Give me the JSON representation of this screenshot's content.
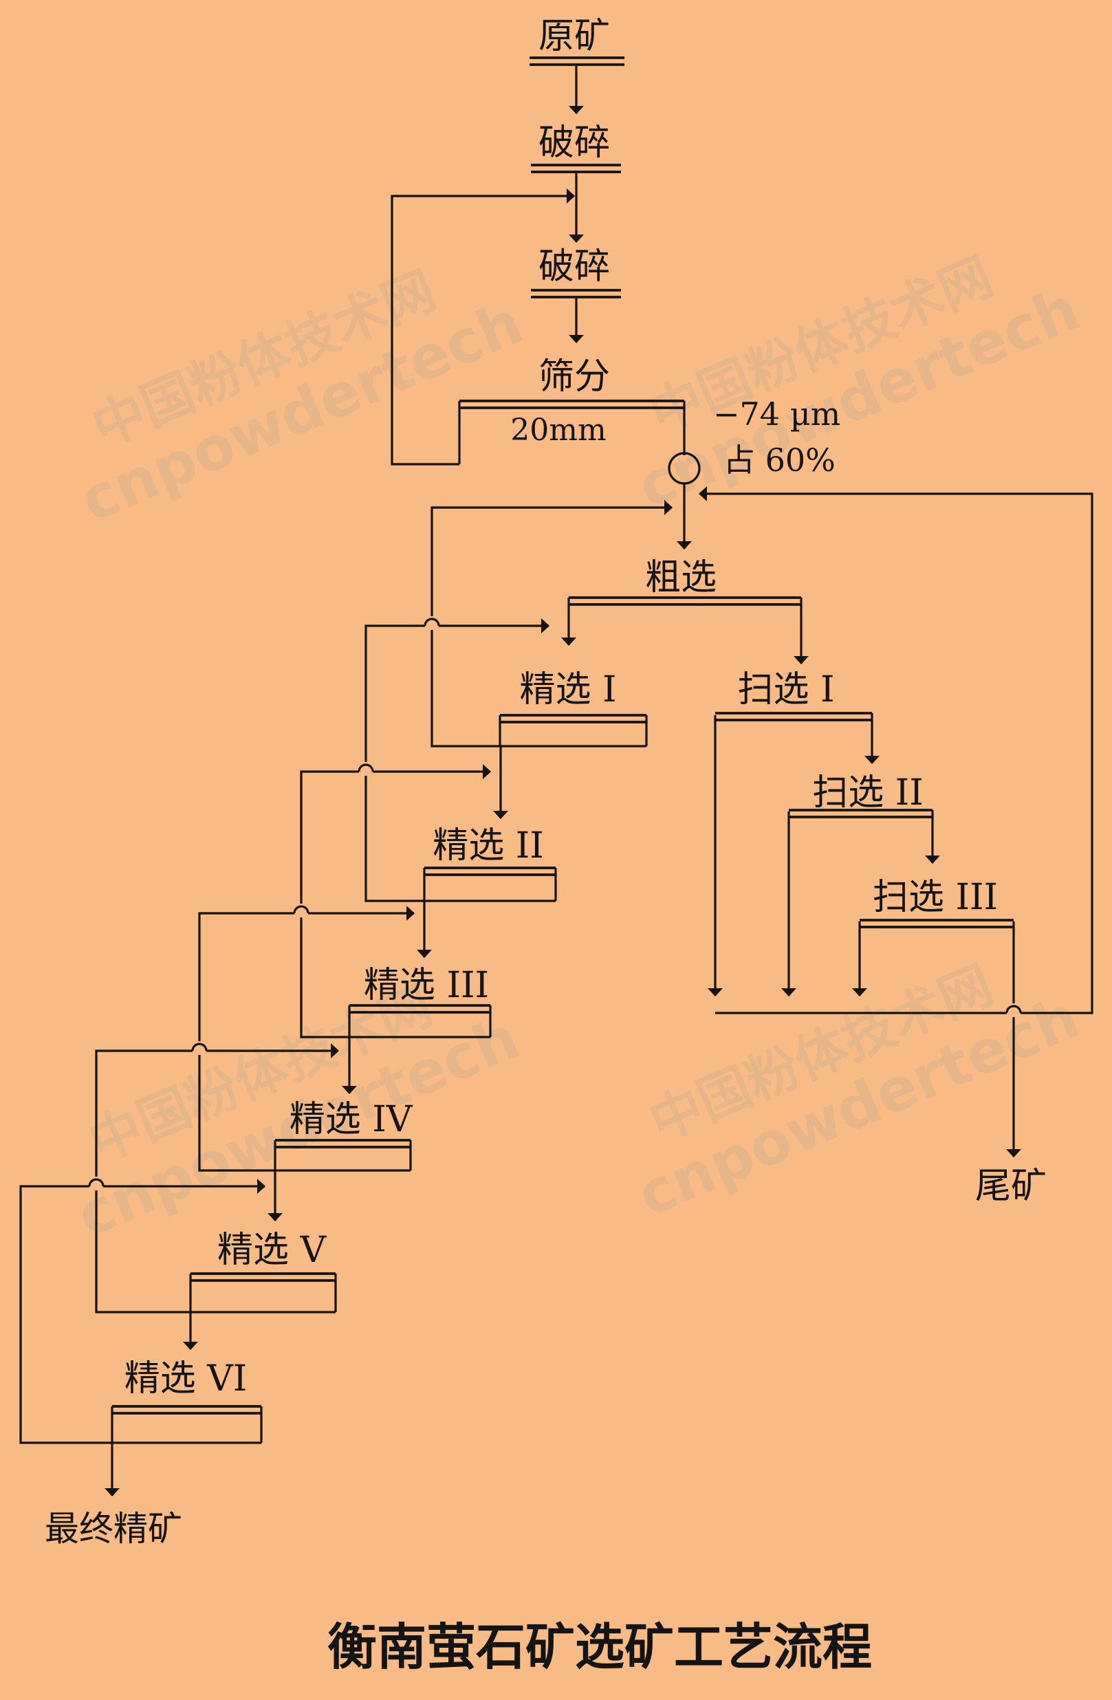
{
  "colors": {
    "background": "#f9bb85",
    "line": "#141414",
    "watermark": "#d7b28d"
  },
  "title": "衡南萤石矿选矿工艺流程",
  "watermark": {
    "line1": "中国粉体技术网",
    "line2": "cnpowdertech"
  },
  "nodes": {
    "raw_ore": "原矿",
    "crushing_1": "破碎",
    "crushing_2": "破碎",
    "screening": "筛分",
    "screen_size": "20mm",
    "grind_spec_1": "−74 µm",
    "grind_spec_2": "占 60%",
    "rougher": "粗选",
    "cleaner_1": "精选 I",
    "cleaner_2": "精选 II",
    "cleaner_3": "精选 III",
    "cleaner_4": "精选 IV",
    "cleaner_5": "精选 V",
    "cleaner_6": "精选 VI",
    "scavenger_1": "扫选 I",
    "scavenger_2": "扫选 II",
    "scavenger_3": "扫选 III",
    "tailings": "尾矿",
    "final_concentrate": "最终精矿"
  }
}
